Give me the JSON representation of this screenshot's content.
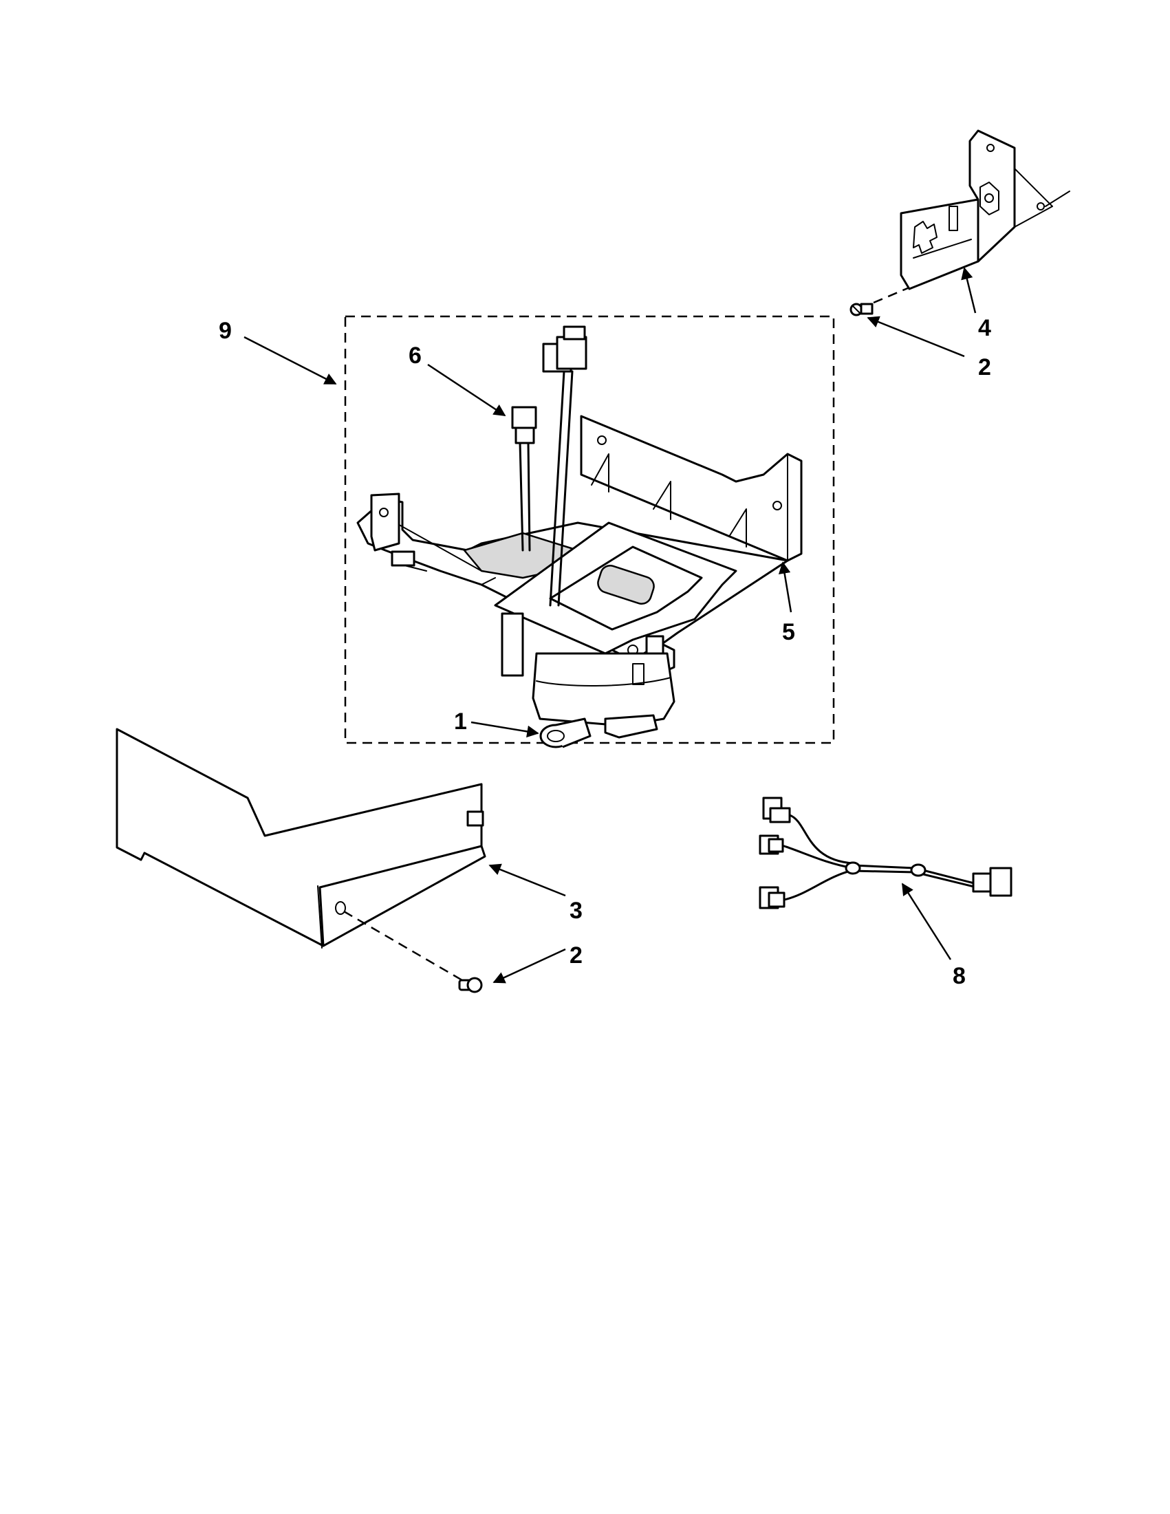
{
  "callouts": {
    "c1": "1",
    "c2_upper": "2",
    "c2_lower": "2",
    "c3": "3",
    "c4": "4",
    "c5": "5",
    "c6": "6",
    "c8": "8",
    "c9": "9"
  }
}
